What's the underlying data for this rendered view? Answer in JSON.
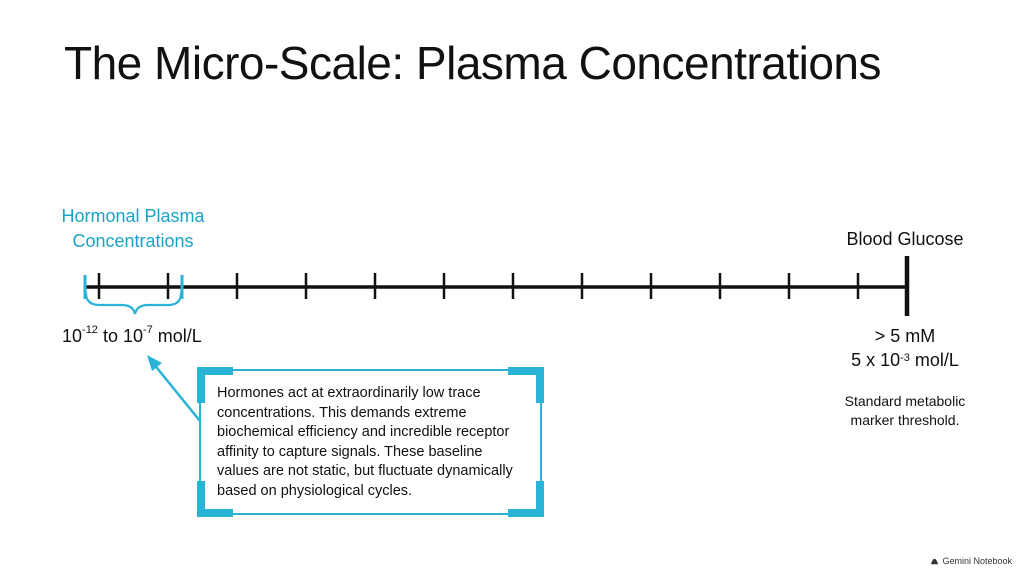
{
  "title": "The Micro-Scale: Plasma Concentrations",
  "hormonal": {
    "label_line1": "Hormonal Plasma",
    "label_line2": "Concentrations",
    "range_base1": "10",
    "range_exp1": "-12",
    "range_mid": " to ",
    "range_base2": "10",
    "range_exp2": "-7",
    "range_unit": " mol/L"
  },
  "glucose": {
    "label": "Blood Glucose",
    "value_line1": "> 5 mM",
    "value_line2_prefix": "5 x 10",
    "value_line2_exp": "-3",
    "value_line2_unit": " mol/L",
    "note_line1": "Standard metabolic",
    "note_line2": "marker threshold."
  },
  "callout": {
    "text": "Hormones act at extraordinarily low trace concentrations. This demands extreme biochemical efficiency and incredible receptor affinity to capture signals. These baseline values are not static, but fluctuate dynamically based on physiological cycles."
  },
  "watermark": {
    "text": "Gemini Notebook",
    "icon": "notebook-icon"
  },
  "colors": {
    "accent": "#2ab3d6",
    "accent_text": "#1aa3c8",
    "axis": "#111111"
  }
}
